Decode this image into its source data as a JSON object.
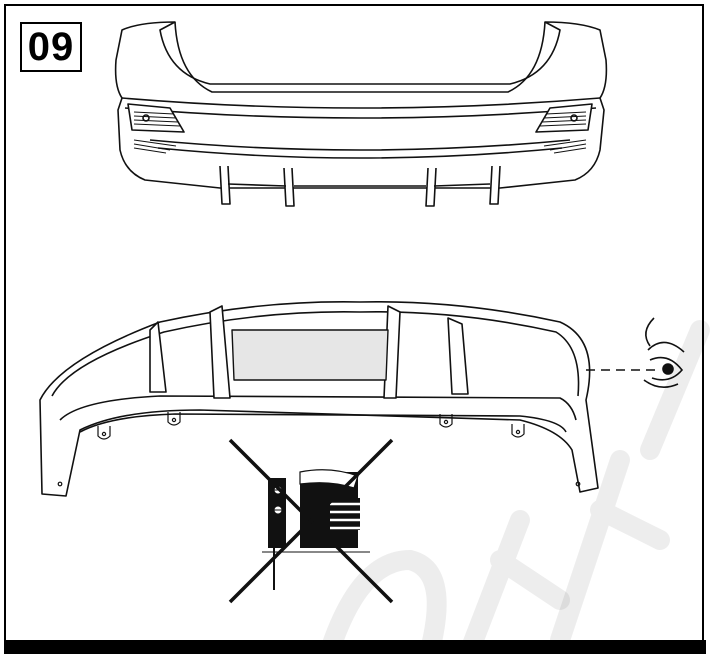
{
  "step": {
    "number": "09"
  },
  "colors": {
    "line": "#111111",
    "panel_fill": "#e6e6e6",
    "watermark": "#000000"
  },
  "icons": [
    "rear-bumper-illustration",
    "rear-diffuser-illustration",
    "eye-icon",
    "jigsaw-prohibited-icon"
  ]
}
